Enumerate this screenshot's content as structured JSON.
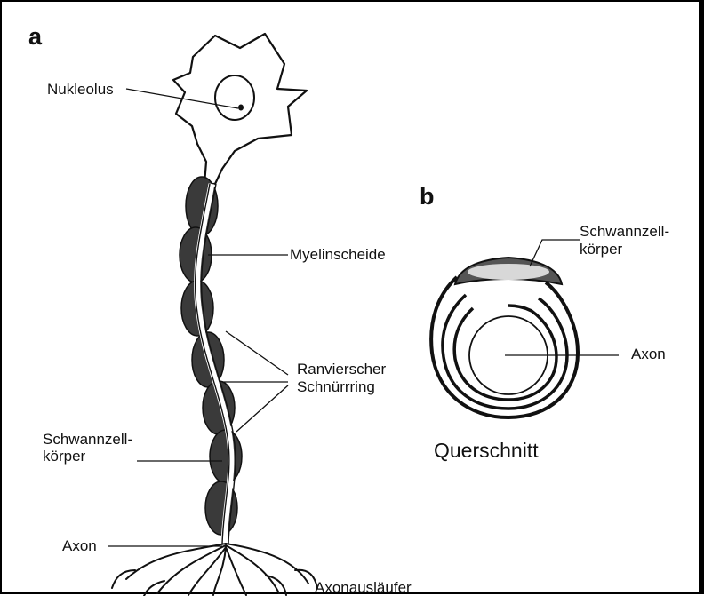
{
  "panel_a": {
    "letter": "a",
    "labels": {
      "nucleolus": "Nukleolus",
      "myelin_sheath": "Myelinscheide",
      "node_line1": "Ranvierscher",
      "node_line2": "Schnürrring",
      "schwann_line1": "Schwannzell-",
      "schwann_line2": "körper",
      "axon": "Axon",
      "terminals": "Axonausläufer"
    }
  },
  "panel_b": {
    "letter": "b",
    "labels": {
      "schwann_line1": "Schwannzell-",
      "schwann_line2": "körper",
      "axon": "Axon"
    },
    "caption": "Querschnitt"
  }
}
